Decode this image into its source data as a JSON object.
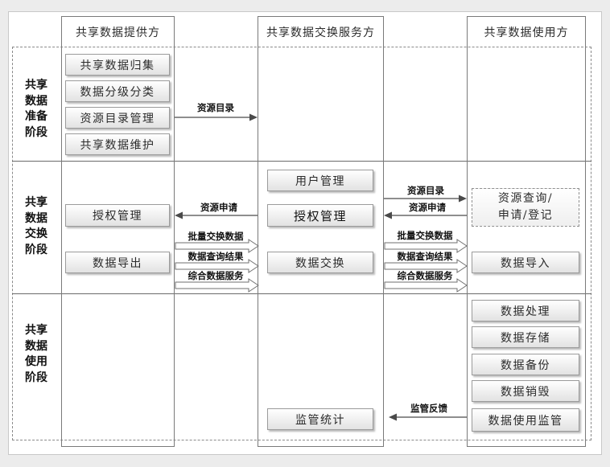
{
  "lanes": {
    "provider": {
      "title": "共享数据提供方"
    },
    "service": {
      "title": "共享数据交换服务方"
    },
    "user": {
      "title": "共享数据使用方"
    }
  },
  "stages": {
    "prepare": {
      "label": "共享\n数据\n准备\n阶段",
      "provider_steps": [
        "共享数据归集",
        "数据分级分类",
        "资源目录管理",
        "共享数据维护"
      ],
      "flow_provider_to_service": "资源目录"
    },
    "exchange": {
      "label": "共享\n数据\n交换\n阶段",
      "provider_steps": [
        "授权管理",
        "数据导出"
      ],
      "service_steps": [
        "用户管理",
        "授权管理",
        "数据交换"
      ],
      "user_steps": [
        "资源查询/\n申请/登记",
        "数据导入"
      ],
      "flow_service_to_provider": "资源申请",
      "flows_provider_to_service": [
        "批量交换数据",
        "数据查询结果",
        "综合数据服务"
      ],
      "flow_service_to_user": "资源目录",
      "flow_user_to_service": "资源申请",
      "flows_service_to_user": [
        "批量交换数据",
        "数据查询结果",
        "综合数据服务"
      ]
    },
    "use": {
      "label": "共享\n数据\n使用\n阶段",
      "user_steps": [
        "数据处理",
        "数据存储",
        "数据备份",
        "数据销毁",
        "数据使用监管"
      ],
      "service_steps": [
        "监管统计"
      ],
      "flow_user_to_service": "监管反馈"
    }
  },
  "colors": {
    "line": "#4a4a4a",
    "lane_border": "#7a7a7a",
    "box_border": "#9b9b9b",
    "box_top": "#ffffff",
    "box_bottom": "#e2e2e2",
    "text": "#2b2b2b"
  }
}
